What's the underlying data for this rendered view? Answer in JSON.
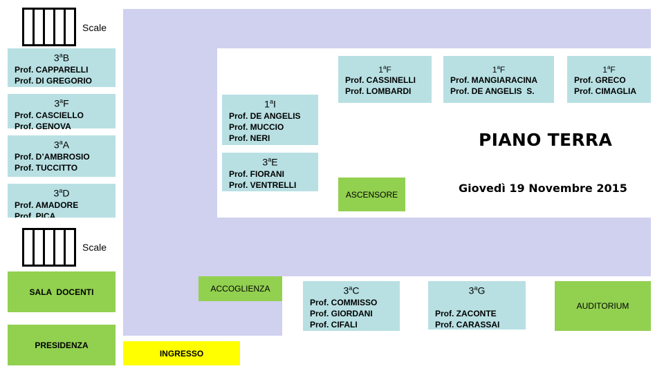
{
  "title": "PIANO TERRA",
  "date": "Giovedì 19 Novembre 2015",
  "stairs_label": "Scale",
  "left_classes": [
    {
      "num": "3",
      "sup": "a",
      "letter": "B",
      "profs": [
        "Prof. CAPPARELLI",
        "Prof. DI GREGORIO"
      ]
    },
    {
      "num": "3",
      "sup": "a",
      "letter": "F",
      "profs": [
        "Prof. CASCIELLO",
        "Prof. GENOVA"
      ]
    },
    {
      "num": "3",
      "sup": "a",
      "letter": "A",
      "profs": [
        "Prof. D’AMBROSIO",
        "Prof. TUCCITTO"
      ]
    },
    {
      "num": "3",
      "sup": "a",
      "letter": "D",
      "profs": [
        "Prof. AMADORE",
        "Prof. PICA"
      ]
    }
  ],
  "left_rooms": {
    "sala_docenti": "SALA  DOCENTI",
    "presidenza": "PRESIDENZA"
  },
  "top_classes": [
    {
      "num": "1",
      "sup": "a",
      "letter": "F",
      "profs": [
        "Prof. CASSINELLI",
        "Prof. LOMBARDI"
      ]
    },
    {
      "num": "1",
      "sup": "a",
      "letter": "F",
      "profs": [
        "Prof. MANGIARACINA",
        "Prof. DE ANGELIS  S."
      ]
    },
    {
      "num": "1",
      "sup": "a",
      "letter": "F",
      "profs": [
        "Prof. GRECO",
        "Prof. CIMAGLIA"
      ]
    }
  ],
  "inner_classes": [
    {
      "num": "1",
      "sup": "a",
      "letter": "I",
      "profs": [
        "Prof. DE ANGELIS",
        "Prof. MUCCIO",
        "Prof. NERI"
      ]
    },
    {
      "num": "3",
      "sup": "a",
      "letter": "E",
      "profs": [
        "Prof. FIORANI",
        "Prof. VENTRELLI"
      ]
    }
  ],
  "ascensore": "ASCENSORE",
  "bottom_classes": [
    {
      "num": "3",
      "sup": "a",
      "letter": "C",
      "profs": [
        "Prof. COMMISSO",
        "Prof. GIORDANI",
        "Prof. CIFALI"
      ]
    },
    {
      "num": "3",
      "sup": "a",
      "letter": "G",
      "profs": [
        "",
        "Prof. ZACONTE",
        "Prof. CARASSAI"
      ]
    }
  ],
  "accoglienza": "ACCOGLIENZA",
  "auditorium": "AUDITORIUM",
  "ingresso": "INGRESSO",
  "colors": {
    "corridor": "#d0d0ef",
    "classroom": "#b8e0e3",
    "service": "#92d050",
    "entrance": "#ffff00"
  }
}
